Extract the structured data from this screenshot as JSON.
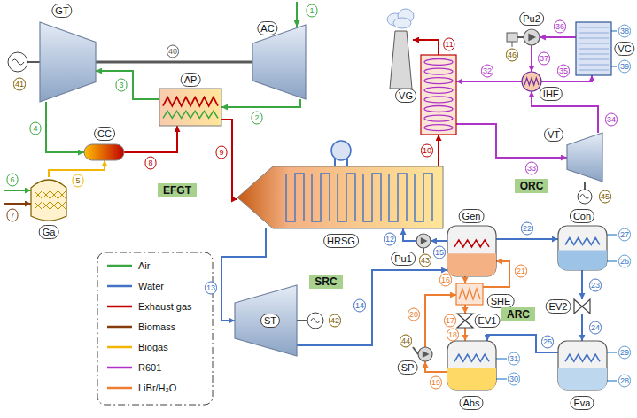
{
  "diagram": {
    "nodes": [
      {
        "text": [
          "GT"
        ]
      },
      {
        "text": [
          "AC"
        ]
      },
      {
        "text": [
          "AP"
        ]
      },
      {
        "text": [
          "CC"
        ]
      },
      {
        "text": [
          "Ga"
        ]
      },
      {
        "text": [
          "EFGT"
        ]
      },
      {
        "text": [
          "HRSG"
        ]
      },
      {
        "text": [
          "ST"
        ]
      },
      {
        "text": [
          "Pu1"
        ]
      },
      {
        "text": [
          "SRC"
        ]
      },
      {
        "text": [
          "VG"
        ]
      },
      {
        "text": [
          "VT"
        ]
      },
      {
        "text": [
          "IHE"
        ]
      },
      {
        "text": [
          "Pu2"
        ]
      },
      {
        "text": [
          "VC"
        ]
      },
      {
        "text": [
          "ORC"
        ]
      },
      {
        "text": [
          "Gen"
        ]
      },
      {
        "text": [
          "Con"
        ]
      },
      {
        "text": [
          "SHE"
        ]
      },
      {
        "text": [
          "EV1"
        ]
      },
      {
        "text": [
          "SP"
        ]
      },
      {
        "text": [
          "Abs"
        ]
      },
      {
        "text": [
          "Eva"
        ]
      },
      {
        "text": [
          "EV2"
        ]
      },
      {
        "text": [
          "ARC"
        ]
      }
    ],
    "edges": [
      {
        "from": 1,
        "to": 2,
        "label": "2",
        "arrow": "to"
      },
      {
        "from": 2,
        "to": 0,
        "label": "3",
        "arrow": "to"
      },
      {
        "from": 0,
        "to": 3,
        "label": "4",
        "arrow": "to"
      },
      {
        "from": 4,
        "to": 3,
        "label": "5",
        "arrow": "to"
      },
      {
        "from": 3,
        "to": 2,
        "label": "8",
        "arrow": "to"
      },
      {
        "from": 2,
        "to": 6,
        "label": "9",
        "arrow": "to"
      },
      {
        "from": 6,
        "to": 10,
        "label": "10",
        "arrow": "to"
      },
      {
        "from": 6,
        "to": 7,
        "label": "13",
        "arrow": "to"
      },
      {
        "from": 7,
        "to": 16,
        "label": "14",
        "arrow": "to"
      },
      {
        "from": 16,
        "to": 8,
        "label": "15",
        "arrow": "to"
      },
      {
        "from": 8,
        "to": 6,
        "label": "12",
        "arrow": "to"
      },
      {
        "from": 0,
        "to": 1,
        "label": "40",
        "arrow": "none"
      },
      {
        "from": 12,
        "to": 10,
        "label": "32",
        "arrow": "to"
      },
      {
        "from": 10,
        "to": 11,
        "label": "33",
        "arrow": "to"
      },
      {
        "from": 11,
        "to": 12,
        "label": "34",
        "arrow": "to"
      },
      {
        "from": 12,
        "to": 14,
        "label": "35",
        "arrow": "to"
      },
      {
        "from": 14,
        "to": 13,
        "label": "36",
        "arrow": "to"
      },
      {
        "from": 13,
        "to": 12,
        "label": "37",
        "arrow": "to"
      },
      {
        "from": 16,
        "to": 17,
        "label": "22",
        "arrow": "to"
      },
      {
        "from": 17,
        "to": 23,
        "label": "23",
        "arrow": "to"
      },
      {
        "from": 23,
        "to": 22,
        "label": "24",
        "arrow": "to"
      },
      {
        "from": 22,
        "to": 21,
        "label": "25",
        "arrow": "to"
      },
      {
        "from": 16,
        "to": 18,
        "label": "16",
        "arrow": "to"
      },
      {
        "from": 18,
        "to": 19,
        "label": "17",
        "arrow": "to"
      },
      {
        "from": 19,
        "to": 21,
        "label": "18",
        "arrow": "to"
      },
      {
        "from": 21,
        "to": 20,
        "label": "19",
        "arrow": "to"
      },
      {
        "from": 20,
        "to": 18,
        "label": "20",
        "arrow": "to"
      },
      {
        "from": 18,
        "to": 16,
        "label": "21",
        "arrow": "to"
      }
    ],
    "labels": [
      "1",
      "6",
      "7",
      "11",
      "26",
      "27",
      "28",
      "29",
      "30",
      "31",
      "38",
      "39",
      "41",
      "42",
      "43",
      "44",
      "45",
      "46"
    ],
    "legend": [
      {
        "text": "Air",
        "color": "#3aa63f"
      },
      {
        "text": "Water",
        "color": "#4472c4"
      },
      {
        "text": "Exhaust gas",
        "color": "#c00000"
      },
      {
        "text": "Biomass",
        "color": "#843c0c"
      },
      {
        "text": "Biogas",
        "color": "#f2b705"
      },
      {
        "text": "R601",
        "color": "#b033c8"
      },
      {
        "text": "LiBr/H₂O",
        "color": "#ed7d31"
      }
    ]
  }
}
